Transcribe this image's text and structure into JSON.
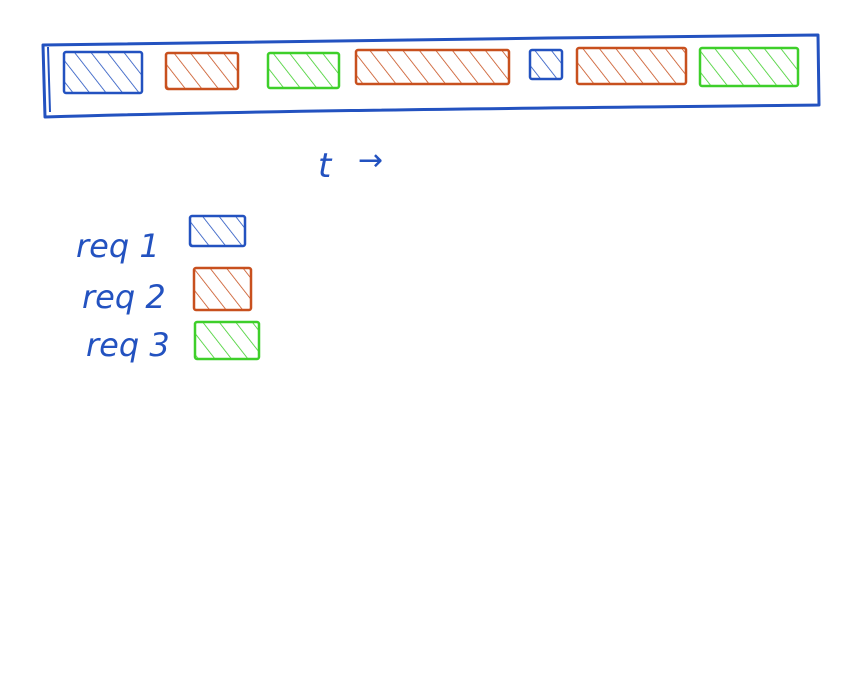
{
  "colors": {
    "ink": "#2352c0",
    "req1": "#2352c0",
    "req2": "#c8501e",
    "req3": "#3ecf2a",
    "background": "#ffffff"
  },
  "timeline": {
    "axis_label": "t",
    "axis_arrow": "→",
    "segments": [
      {
        "request": "req1"
      },
      {
        "request": "req2"
      },
      {
        "request": "req3"
      },
      {
        "request": "req2"
      },
      {
        "request": "req1"
      },
      {
        "request": "req2"
      },
      {
        "request": "req3"
      }
    ]
  },
  "legend": [
    {
      "id": "req1",
      "label": "req 1"
    },
    {
      "id": "req2",
      "label": "req 2"
    },
    {
      "id": "req3",
      "label": "req 3"
    }
  ]
}
